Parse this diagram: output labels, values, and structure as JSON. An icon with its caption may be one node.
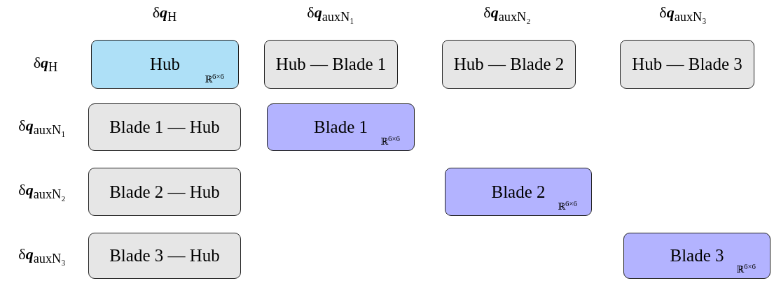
{
  "diagram": {
    "nodes": [
      {
        "text": [
          "Hub",
          "ℝ$^{6×6}$"
        ]
      },
      {
        "text": [
          "Hub — Blade 1"
        ]
      },
      {
        "text": [
          "Hub — Blade 2"
        ]
      },
      {
        "text": [
          "Hub — Blade 3"
        ]
      },
      {
        "text": [
          "Blade 1 — Hub"
        ]
      },
      {
        "text": [
          "Blade 1",
          "ℝ$^{6×6}$"
        ]
      },
      {
        "text": [
          "Blade 2 — Hub"
        ]
      },
      {
        "text": [
          "Blade 2",
          "ℝ$^{6×6}$"
        ]
      },
      {
        "text": [
          "Blade 3 — Hub"
        ]
      },
      {
        "text": [
          "Blade 3",
          "ℝ$^{6×6}$"
        ]
      }
    ],
    "labels": [
      "δ**q**$_{H}$",
      "δ**q**$_{auxN₁}$",
      "δ**q**$_{auxN₂}$",
      "δ**q**$_{auxN₃}$",
      "δ**q**$_{H}$",
      "δ**q**$_{auxN₁}$",
      "δ**q**$_{auxN₂}$",
      "δ**q**$_{auxN₃}$"
    ]
  }
}
